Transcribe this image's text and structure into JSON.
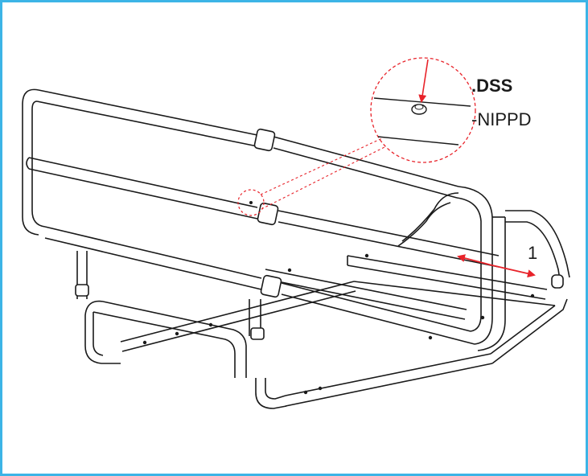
{
  "callout": {
    "title": ".DSS",
    "subtitle": "-NIPPD"
  },
  "step_number": "1",
  "colors": {
    "frame_border": "#3cb4e6",
    "line": "#1a1a1a",
    "accent": "#e8232a"
  }
}
